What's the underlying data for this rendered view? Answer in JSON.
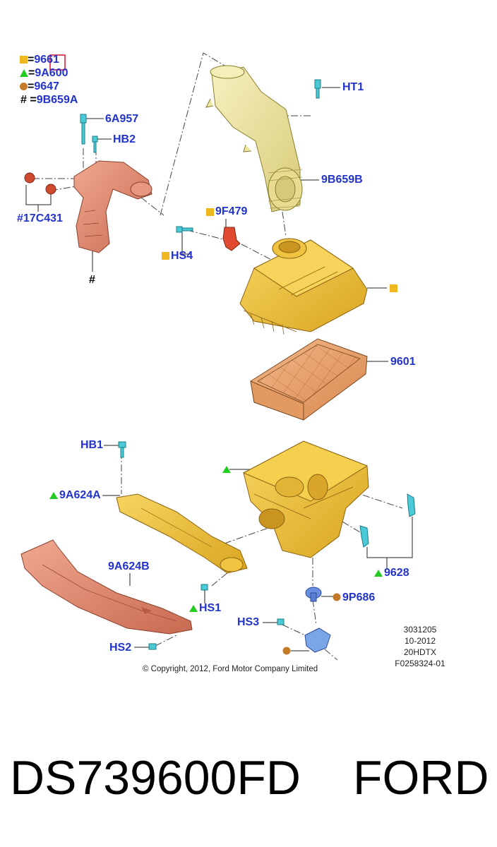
{
  "legend": [
    {
      "symbol": "square",
      "color": "#f0b820",
      "text": "9661"
    },
    {
      "symbol": "triangle",
      "color": "#22cc22",
      "text": "9A600"
    },
    {
      "symbol": "circle",
      "color": "#c47a28",
      "text": "9647"
    },
    {
      "symbol": "hash",
      "text": "9B659A"
    }
  ],
  "legend_eq": "=",
  "callouts": {
    "a6957": "6A957",
    "hb2": "HB2",
    "c17431": "#17C431",
    "hash_bottom": "#",
    "ht1": "HT1",
    "b9659b": "9B659B",
    "f9479": "9F479",
    "hs4": "HS4",
    "p9601": "9601",
    "hb1": "HB1",
    "a9624a": "9A624A",
    "a9624b": "9A624B",
    "hs1": "HS1",
    "hs2": "HS2",
    "hs3": "HS3",
    "p9628": "9628",
    "p9686": "9P686"
  },
  "meta": {
    "line1": "3031205",
    "line2": "10-2012",
    "line3": "20HDTX",
    "line4": "F0258324-01"
  },
  "copyright": "© Copyright, 2012, Ford Motor Company Limited",
  "part_number": "DS739600FD",
  "brand": "FORD",
  "colors": {
    "label_blue": "#2233cc",
    "duct_copper": "#d98a70",
    "housing_yellow": "#f2c23a",
    "hose_lightyellow": "#efe6a0",
    "filter_orange": "#e8a070",
    "clip_cyan": "#4cc9d6",
    "mount_blue": "#6b8fe0"
  }
}
